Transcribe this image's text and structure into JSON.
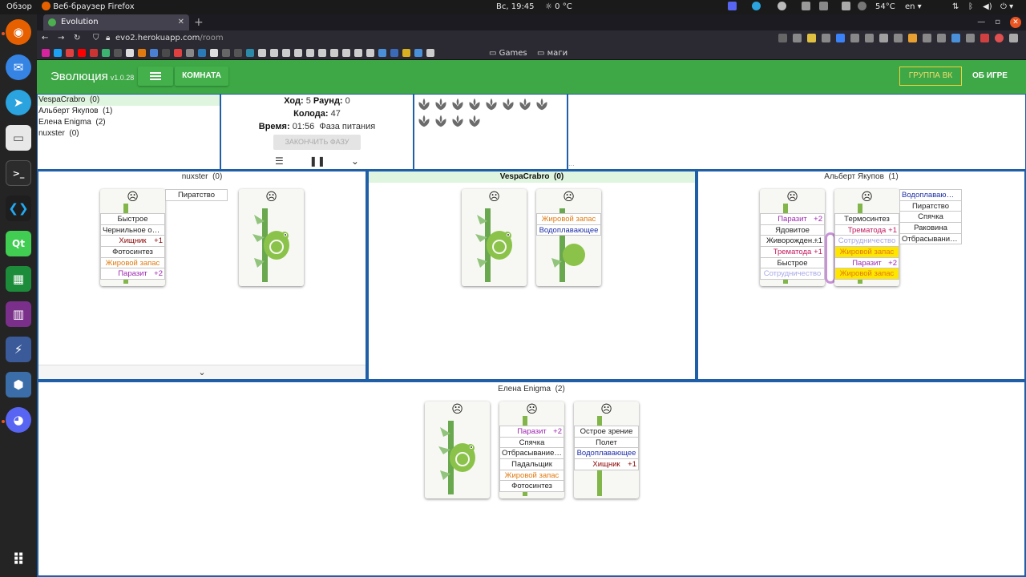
{
  "system": {
    "activities": "Обзор",
    "app_name": "Веб-браузер Firefox",
    "clock": "Вс, 19:45",
    "weather": "0 °C",
    "temp": "54°C",
    "lang": "en"
  },
  "browser": {
    "tab_title": "Evolution",
    "url_host": "evo2.herokuapp.com",
    "url_path": "/room",
    "bookmark_folder_1": "Games",
    "bookmark_folder_2": "маги"
  },
  "app": {
    "title": "Эволюция",
    "version": "v1.0.28",
    "room_button": "КОМНАТА",
    "vk_button": "ГРУППА ВК",
    "about_button": "ОБ ИГРЕ"
  },
  "players": [
    {
      "name": "VespaCrabro",
      "score": "(0)",
      "active": true
    },
    {
      "name": "Альберт Якупов",
      "score": "(1)",
      "active": false
    },
    {
      "name": "Елена Enigma",
      "score": "(2)",
      "active": false
    },
    {
      "name": "nuxster",
      "score": "(0)",
      "active": false
    }
  ],
  "status": {
    "turn_label": "Ход:",
    "turn": "5",
    "round_label": "Раунд:",
    "round": "0",
    "deck_label": "Колода:",
    "deck": "47",
    "time_label": "Время:",
    "time": "01:56",
    "phase": "Фаза питания",
    "end_phase_button": "ЗАКОНЧИТЬ ФАЗУ"
  },
  "food": {
    "count": 12
  },
  "icons": {
    "face": "☹",
    "list": "☰",
    "pause": "❚❚",
    "chevron": "⌄"
  },
  "areas": {
    "nuxster": {
      "title": "nuxster",
      "score": "(0)"
    },
    "vespa": {
      "title": "VespaCrabro",
      "score": "(0)"
    },
    "albert": {
      "title": "Альберт Якупов",
      "score": "(1)"
    },
    "elena": {
      "title": "Елена Enigma",
      "score": "(2)"
    }
  },
  "cards": {
    "nux1": {
      "traits": [
        {
          "label": "Быстрое",
          "mod": ""
        },
        {
          "label": "Чернильное об...",
          "mod": ""
        },
        {
          "label": "Хищник",
          "mod": "+1"
        },
        {
          "label": "Фотосинтез",
          "mod": ""
        },
        {
          "label": "Жировой запас",
          "mod": ""
        },
        {
          "label": "Паразит",
          "mod": "+2"
        }
      ],
      "side": [
        {
          "label": "Пиратство"
        }
      ]
    },
    "vespa2": {
      "traits": [
        {
          "label": "Жировой запас"
        },
        {
          "label": "Водоплавающее"
        }
      ]
    },
    "alb1": {
      "traits": [
        {
          "label": "Паразит",
          "mod": "+2"
        },
        {
          "label": "Ядовитое",
          "mod": ""
        },
        {
          "label": "Живорожден...",
          "mod": "+1"
        },
        {
          "label": "Трематода",
          "mod": "+1"
        },
        {
          "label": "Быстрое",
          "mod": ""
        },
        {
          "label": "Сотрудничество",
          "mod": ""
        }
      ]
    },
    "alb2": {
      "traits": [
        {
          "label": "Термосинтез",
          "mod": ""
        },
        {
          "label": "Трематода",
          "mod": "+1"
        },
        {
          "label": "Сотрудничество",
          "mod": ""
        },
        {
          "label": "Жировой запас",
          "mod": ""
        },
        {
          "label": "Паразит",
          "mod": "+2"
        },
        {
          "label": "Жировой запас",
          "mod": ""
        }
      ],
      "side": [
        {
          "label": "Водоплавающее"
        },
        {
          "label": "Пиратство"
        },
        {
          "label": "Спячка"
        },
        {
          "label": "Раковина"
        },
        {
          "label": "Отбрасывание ..."
        }
      ]
    },
    "el2": {
      "traits": [
        {
          "label": "Паразит",
          "mod": "+2"
        },
        {
          "label": "Спячка",
          "mod": ""
        },
        {
          "label": "Отбрасывание ...",
          "mod": ""
        },
        {
          "label": "Падальщик",
          "mod": ""
        },
        {
          "label": "Жировой запас",
          "mod": ""
        },
        {
          "label": "Фотосинтез",
          "mod": ""
        }
      ]
    },
    "el3": {
      "traits": [
        {
          "label": "Острое зрение",
          "mod": ""
        },
        {
          "label": "Полет",
          "mod": ""
        },
        {
          "label": "Водоплавающее",
          "mod": ""
        },
        {
          "label": "Хищник",
          "mod": "+1"
        }
      ]
    }
  },
  "colors": {
    "header_green": "#3da845",
    "panel_border": "#1e5fa8",
    "active_row": "#dff5df",
    "fat_filled": "#ffe600"
  }
}
